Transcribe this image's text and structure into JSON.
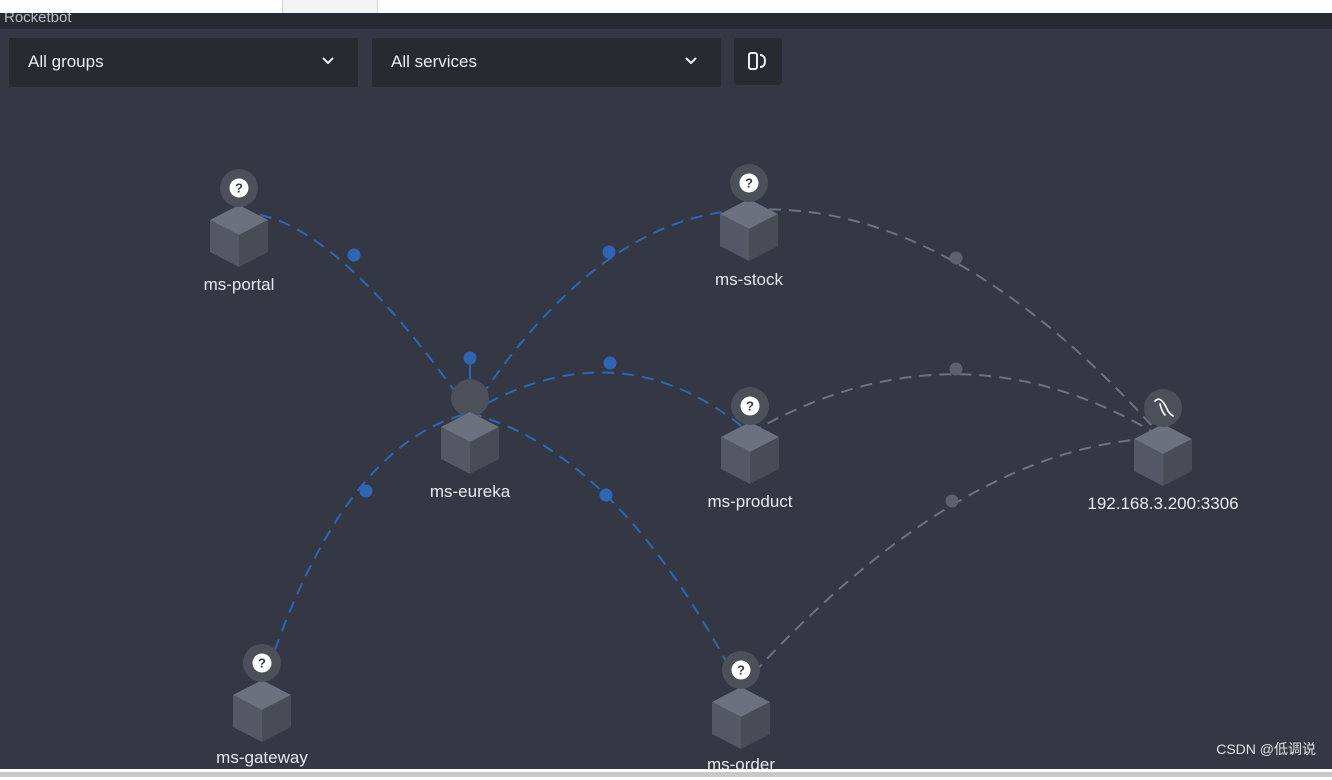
{
  "app": {
    "title": "Rocketbot"
  },
  "filters": {
    "group_select": {
      "value": "All groups"
    },
    "service_select": {
      "value": "All services"
    }
  },
  "toolbar": {
    "layout_button_icon": "layout-toggle-icon"
  },
  "topology": {
    "nodes": [
      {
        "id": "ms-portal",
        "label": "ms-portal",
        "type": "unknown"
      },
      {
        "id": "ms-stock",
        "label": "ms-stock",
        "type": "unknown"
      },
      {
        "id": "ms-eureka",
        "label": "ms-eureka",
        "type": "service"
      },
      {
        "id": "ms-product",
        "label": "ms-product",
        "type": "unknown"
      },
      {
        "id": "mysql",
        "label": "192.168.3.200:3306",
        "type": "mysql"
      },
      {
        "id": "ms-gateway",
        "label": "ms-gateway",
        "type": "unknown"
      },
      {
        "id": "ms-order",
        "label": "ms-order",
        "type": "unknown"
      }
    ],
    "edges": [
      {
        "from": "ms-portal",
        "to": "ms-eureka",
        "style": "blue"
      },
      {
        "from": "ms-eureka",
        "to": "ms-stock",
        "style": "blue"
      },
      {
        "from": "ms-eureka",
        "to": "ms-product",
        "style": "blue"
      },
      {
        "from": "ms-eureka",
        "to": "ms-order",
        "style": "blue"
      },
      {
        "from": "ms-gateway",
        "to": "ms-eureka",
        "style": "blue"
      },
      {
        "from": "ms-eureka",
        "to": "ms-eureka",
        "style": "blue"
      },
      {
        "from": "ms-stock",
        "to": "mysql",
        "style": "gray"
      },
      {
        "from": "ms-product",
        "to": "mysql",
        "style": "gray"
      },
      {
        "from": "ms-order",
        "to": "mysql",
        "style": "gray"
      }
    ]
  },
  "colors": {
    "background": "#333844",
    "panel": "#262a31",
    "blue_edge": "#2f66b3",
    "gray_edge": "#6d7280",
    "cube_top": "#6b717e",
    "cube_left": "#535864",
    "cube_right": "#484c56"
  },
  "watermark": "CSDN @低调说"
}
